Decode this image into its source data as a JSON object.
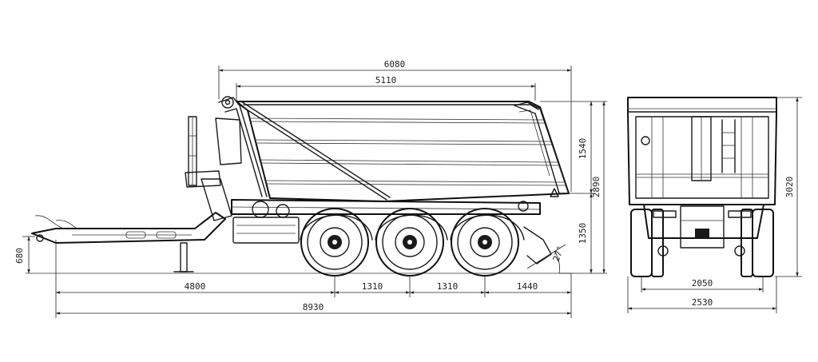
{
  "dimensions": {
    "overall_body_length": "6080",
    "body_inner_length": "5110",
    "body_side_height": "1540",
    "body_total_height": "2890",
    "frame_height": "1350",
    "overall_height": "3020",
    "coupling_height": "680",
    "drawbar_to_axle": "4800",
    "axle_spacing_1": "1310",
    "axle_spacing_2": "1310",
    "rear_overhang": "1440",
    "overall_length": "8930",
    "track_width": "2050",
    "overall_width": "2530",
    "departure_angle": "27°"
  },
  "colors": {
    "line": "#1a1a1a",
    "background": "#ffffff"
  }
}
